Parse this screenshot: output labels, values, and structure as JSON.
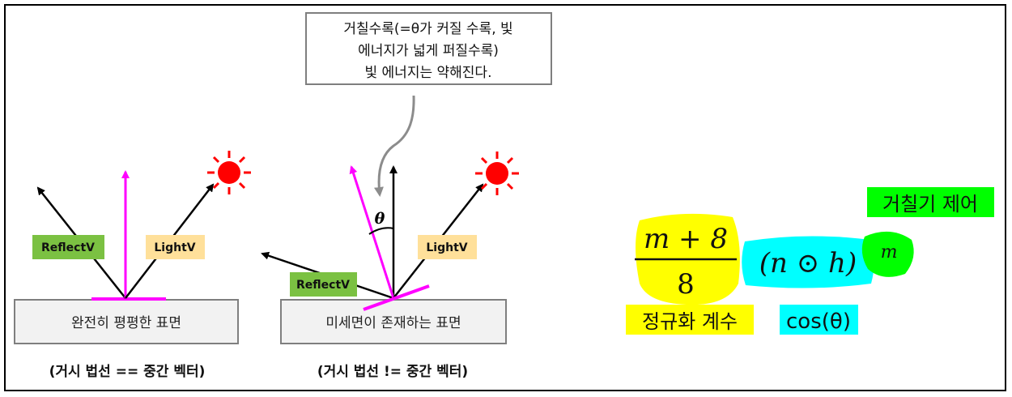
{
  "callout": {
    "line1": "거칠수록(=θ가 커질 수록, 빛",
    "line2": "에너지가 넓게 퍼질수록)",
    "line3": "빛 에너지는 약해진다."
  },
  "left_panel": {
    "reflect_label": "ReflectV",
    "light_label": "LightV",
    "surface_label": "완전히 평평한 표면",
    "caption": "(거시 법선 == 중간 벡터)"
  },
  "right_panel": {
    "theta_label": "θ",
    "reflect_label": "ReflectV",
    "light_label": "LightV",
    "surface_label": "미세면이 존재하는 표면",
    "caption": "(거시 법선 != 중간 벡터)"
  },
  "formula": {
    "numerator": "m + 8",
    "denominator": "8",
    "dot_term": "(n ⊙ h)",
    "exponent": "m",
    "roughness_label": "거칠기 제어",
    "normalization_label": "정규화 계수",
    "cos_label": "cos(θ)"
  },
  "colors": {
    "arrow": "#000000",
    "half_vector": "#ff00ff",
    "sun": "#ff0000",
    "reflect_bg": "#7bc142",
    "light_bg": "#ffe09a",
    "surface_border": "#7f7f7f",
    "surface_fill": "#f2f2f2",
    "highlight_yellow": "#ffff00",
    "highlight_cyan": "#00ffff",
    "highlight_green": "#00ff00",
    "callout_arrow": "#8c8c8c"
  },
  "icons": [
    "sun-icon",
    "arrow-icon"
  ]
}
